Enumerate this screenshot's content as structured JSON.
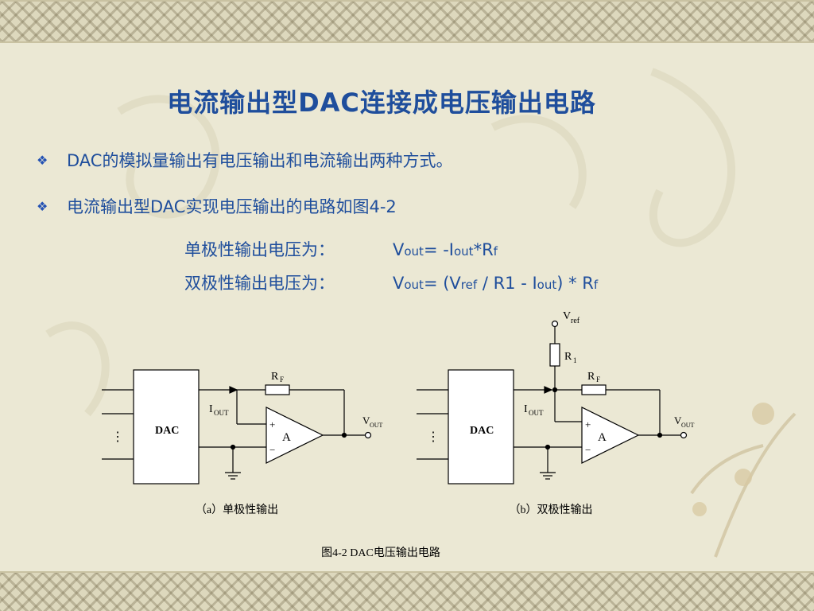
{
  "slide": {
    "title": "电流输出型DAC连接成电压输出电路",
    "bullets": [
      {
        "marker": "❖",
        "text": "DAC的模拟量输出有电压输出和电流输出两种方式。"
      },
      {
        "marker": "❖",
        "text": "电流输出型DAC实现电压输出的电路如图4-2"
      }
    ],
    "formulas": {
      "unipolar": {
        "label": "单极性输出电压为：",
        "v": "V",
        "v_sub": "out",
        "eq": "= -I",
        "i_sub": "out",
        "mul": "*R",
        "r_sub": "f"
      },
      "bipolar": {
        "label": "双极性输出电压为：",
        "v": "V",
        "v_sub": "out",
        "eq": "= (V",
        "ref_sub": "ref",
        "mid": " / R1 - I",
        "i_sub": "out",
        "tail": ") * R",
        "r_sub": "f"
      }
    }
  },
  "figure": {
    "caption": "图4-2  DAC电压输出电路",
    "circuit_a": {
      "caption": "（a）单极性输出",
      "dac": "DAC",
      "rf": "R",
      "rf_sub": "F",
      "iout": "I",
      "iout_sub": "OUT",
      "amp": "A",
      "plus": "+",
      "minus": "−",
      "vout": "V",
      "vout_sub": "OUT",
      "dots": "⋮"
    },
    "circuit_b": {
      "caption": "（b）双极性输出",
      "dac": "DAC",
      "rf": "R",
      "rf_sub": "F",
      "iout": "I",
      "iout_sub": "OUT",
      "amp": "A",
      "plus": "+",
      "minus": "−",
      "vout": "V",
      "vout_sub": "OUT",
      "dots": "⋮",
      "vref": "V",
      "vref_sub": "ref",
      "r1": "R",
      "r1_sub": "1"
    }
  }
}
